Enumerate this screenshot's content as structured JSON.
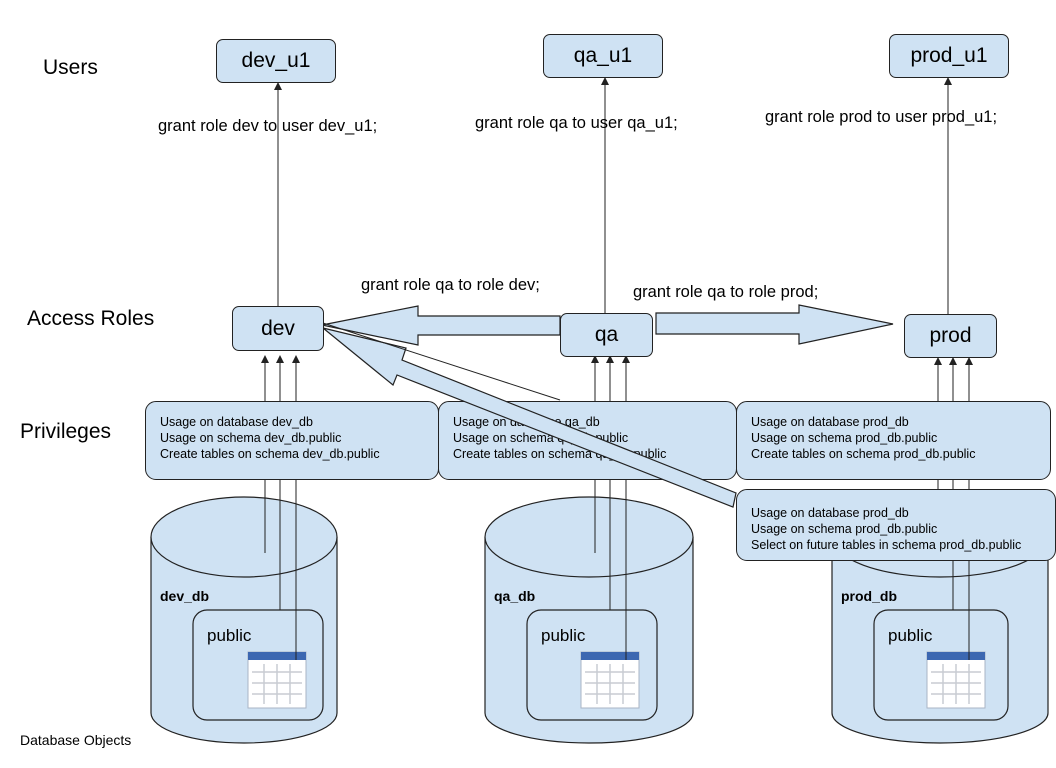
{
  "layers": {
    "users": "Users",
    "access_roles": "Access Roles",
    "privileges": "Privileges",
    "database_objects": "Database Objects"
  },
  "users": {
    "dev": "dev_u1",
    "qa": "qa_u1",
    "prod": "prod_u1"
  },
  "roles": {
    "dev": "dev",
    "qa": "qa",
    "prod": "prod"
  },
  "grants": {
    "dev_user": "grant role dev to user dev_u1;",
    "qa_user": "grant role qa to user qa_u1;",
    "prod_user": "grant role prod to user prod_u1;",
    "qa_to_dev": "grant role qa to role dev;",
    "qa_to_prod": "grant role qa to role prod;"
  },
  "privileges": {
    "dev": [
      "Usage on database dev_db",
      "Usage on schema dev_db.public",
      "Create tables on schema dev_db.public"
    ],
    "qa": [
      "Usage on database qa_db",
      "Usage on schema qa_db.public",
      "Create tables on schema qa_db.public"
    ],
    "prod": [
      "Usage on database prod_db",
      "Usage on schema prod_db.public",
      "Create tables on schema prod_db.public"
    ],
    "prod_read": [
      "Usage on database prod_db",
      "Usage on schema prod_db.public",
      "Select on future tables in schema prod_db.public"
    ]
  },
  "databases": {
    "dev": {
      "name": "dev_db",
      "schema": "public"
    },
    "qa": {
      "name": "qa_db",
      "schema": "public"
    },
    "prod": {
      "name": "prod_db",
      "schema": "public"
    }
  },
  "colors": {
    "fill": "#cfe2f3",
    "stroke": "#222222",
    "table_header": "#3c67b1"
  },
  "icons": [
    "table-icon"
  ]
}
